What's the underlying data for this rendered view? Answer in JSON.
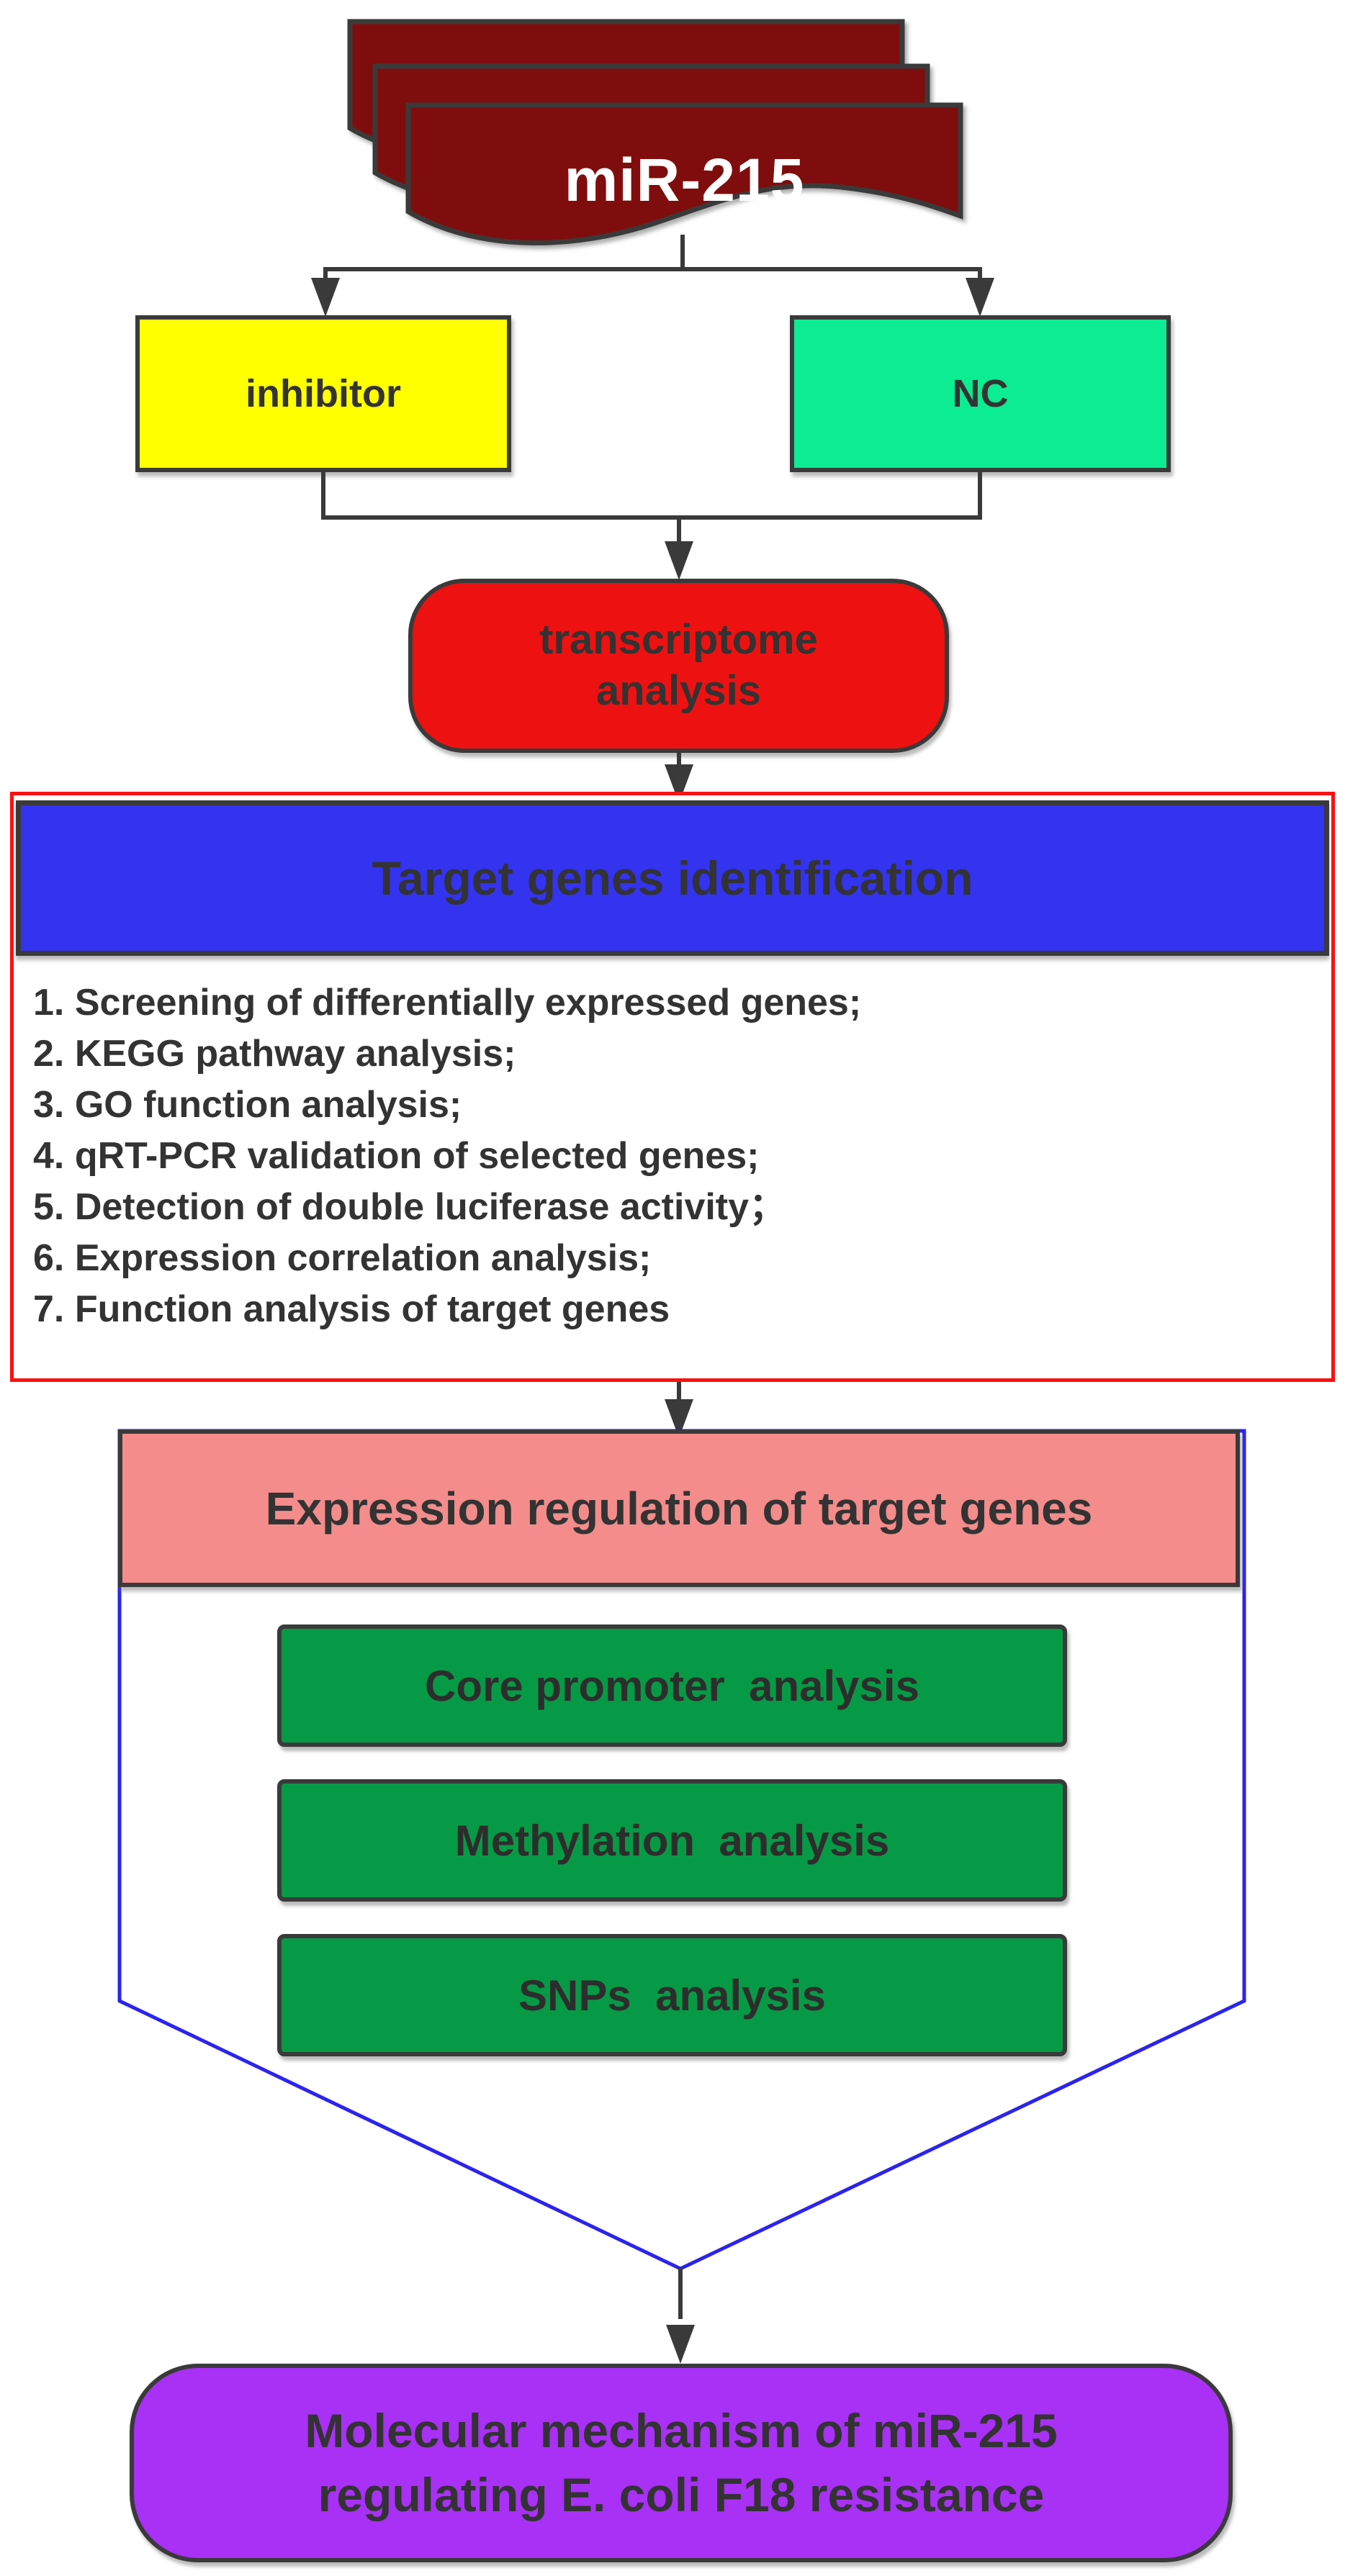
{
  "colors": {
    "line": "#3A3A3A",
    "darkred": "#800D0D",
    "yellow": "#FFFF00",
    "ncgreen": "#0CEC92",
    "red": "#EE1111",
    "blue": "#3333F0",
    "redborder": "#FB1111",
    "pink": "#F48C8C",
    "green": "#079A46",
    "purple": "#A930F5",
    "funnel": "#2B23F0",
    "textdark": "#333333"
  },
  "diagram": {
    "source": {
      "label": "miR-215"
    },
    "branches": {
      "left": {
        "label": "inhibitor"
      },
      "right": {
        "label": "NC"
      }
    },
    "process": {
      "line1": "transcriptome",
      "line2": "analysis"
    },
    "identification": {
      "title": "Target genes identification",
      "items": [
        "1. Screening of differentially expressed genes;",
        "2. KEGG pathway analysis;",
        "3. GO function analysis;",
        "4. qRT-PCR validation of selected genes;",
        "5. Detection of double luciferase activity；",
        "6. Expression correlation analysis;",
        "7. Function analysis of target genes"
      ]
    },
    "regulation": {
      "title": "Expression regulation of target genes",
      "steps": [
        "Core promoter  analysis",
        "Methylation  analysis",
        "SNPs  analysis"
      ]
    },
    "outcome": {
      "line1": "Molecular mechanism of miR-215",
      "line2": "regulating E. coli F18 resistance"
    }
  }
}
